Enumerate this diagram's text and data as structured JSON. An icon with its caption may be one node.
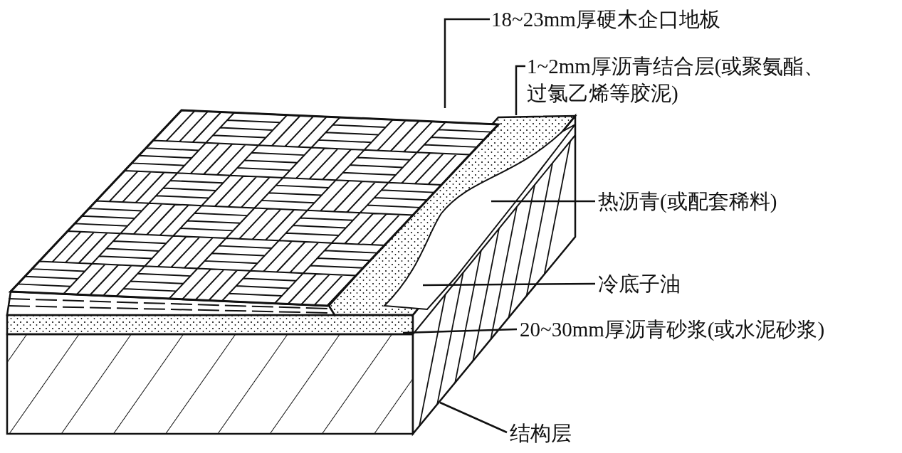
{
  "diagram": {
    "nodes": [
      {
        "text": [
          "18~23mm厚硬木企口地板"
        ]
      },
      {
        "text": [
          "1~2mm厚沥青结合层(或聚氨酯、过氯乙烯等胶泥)"
        ]
      },
      {
        "text": [
          "热沥青(或配套稀料)"
        ]
      },
      {
        "text": [
          "冷底子油"
        ]
      },
      {
        "text": [
          "20~30mm厚沥青砂浆(或水泥砂浆)"
        ]
      },
      {
        "text": [
          "结构层"
        ]
      }
    ],
    "edges": [
      {
        "from": 0,
        "to": null,
        "arrow": "none"
      },
      {
        "from": 1,
        "to": null,
        "arrow": "none"
      },
      {
        "from": 2,
        "to": null,
        "arrow": "none"
      },
      {
        "from": 3,
        "to": null,
        "arrow": "none"
      },
      {
        "from": 4,
        "to": null,
        "arrow": "none"
      },
      {
        "from": 5,
        "to": null,
        "arrow": "none"
      }
    ]
  }
}
